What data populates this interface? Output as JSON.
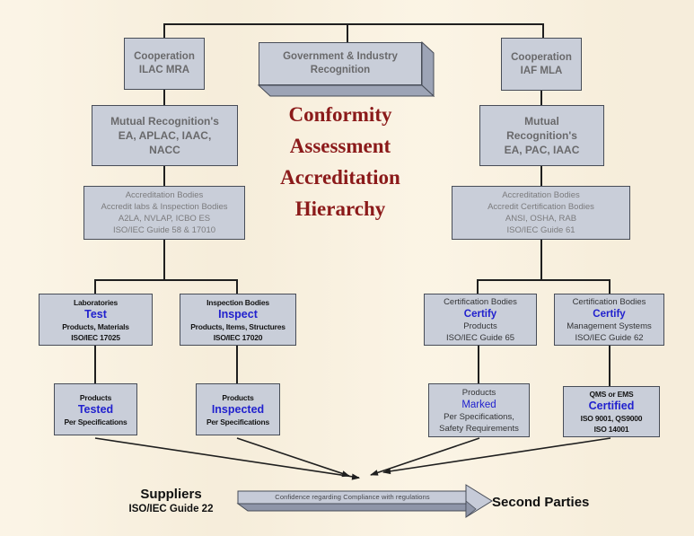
{
  "title": {
    "lines": [
      "Conformity",
      "Assessment",
      "Accreditation",
      "Hierarchy"
    ]
  },
  "top_row": {
    "left": {
      "lines": [
        "Cooperation",
        "ILAC MRA"
      ]
    },
    "center": {
      "lines": [
        "Government & Industry",
        "Recognition"
      ]
    },
    "right": {
      "lines": [
        "Cooperation",
        "IAF MLA"
      ]
    }
  },
  "level2": {
    "left": {
      "lines": [
        "Mutual Recognition's",
        "EA, APLAC, IAAC,",
        "NACC"
      ]
    },
    "right": {
      "lines": [
        "Mutual",
        "Recognition's",
        "EA, PAC, IAAC"
      ]
    }
  },
  "level3": {
    "left": {
      "lines": [
        "Accreditation Bodies",
        "Accredit labs & Inspection Bodies",
        "A2LA, NVLAP, ICBO ES",
        "ISO/IEC Guide 58 & 17010"
      ]
    },
    "right": {
      "lines": [
        "Accreditation Bodies",
        "Accredit Certification Bodies",
        "ANSI, OSHA, RAB",
        "ISO/IEC Guide 61"
      ]
    }
  },
  "level4": [
    {
      "header": "Laboratories",
      "keyword": "Test",
      "lines": [
        "Products, Materials",
        "ISO/IEC 17025"
      ]
    },
    {
      "header": "Inspection Bodies",
      "keyword": "Inspect",
      "lines": [
        "Products, Items, Structures",
        "ISO/IEC 17020"
      ]
    },
    {
      "header": "Certification Bodies",
      "keyword": "Certify",
      "lines": [
        "Products",
        "ISO/IEC Guide 65"
      ]
    },
    {
      "header": "Certification Bodies",
      "keyword": "Certify",
      "lines": [
        "Management Systems",
        "ISO/IEC Guide 62"
      ]
    }
  ],
  "level5": [
    {
      "header": "Products",
      "keyword": "Tested",
      "lines": [
        "Per Specifications"
      ]
    },
    {
      "header": "Products",
      "keyword": "Inspected",
      "lines": [
        "Per Specifications"
      ]
    },
    {
      "header": "Products",
      "keyword": "Marked",
      "lines": [
        "Per Specifications,",
        "Safety Requirements"
      ]
    },
    {
      "header": "QMS or EMS",
      "keyword": "Certified",
      "lines": [
        "ISO 9001, QS9000",
        "ISO 14001"
      ]
    }
  ],
  "bottom": {
    "suppliers_title": "Suppliers",
    "suppliers_subtitle": "ISO/IEC Guide 22",
    "banner_text": "Confidence regarding Compliance with regulations",
    "second_parties": "Second Parties"
  },
  "colors": {
    "background": "#FAF1DE",
    "box_fill": "#C9CED9",
    "box_border": "#474C57",
    "bevel_fill": "#9DA4B6",
    "connector": "#1F1F1F",
    "title_red": "#8B1A1A",
    "keyword_blue": "#2121CE",
    "box_gray_text": "#69696B"
  }
}
